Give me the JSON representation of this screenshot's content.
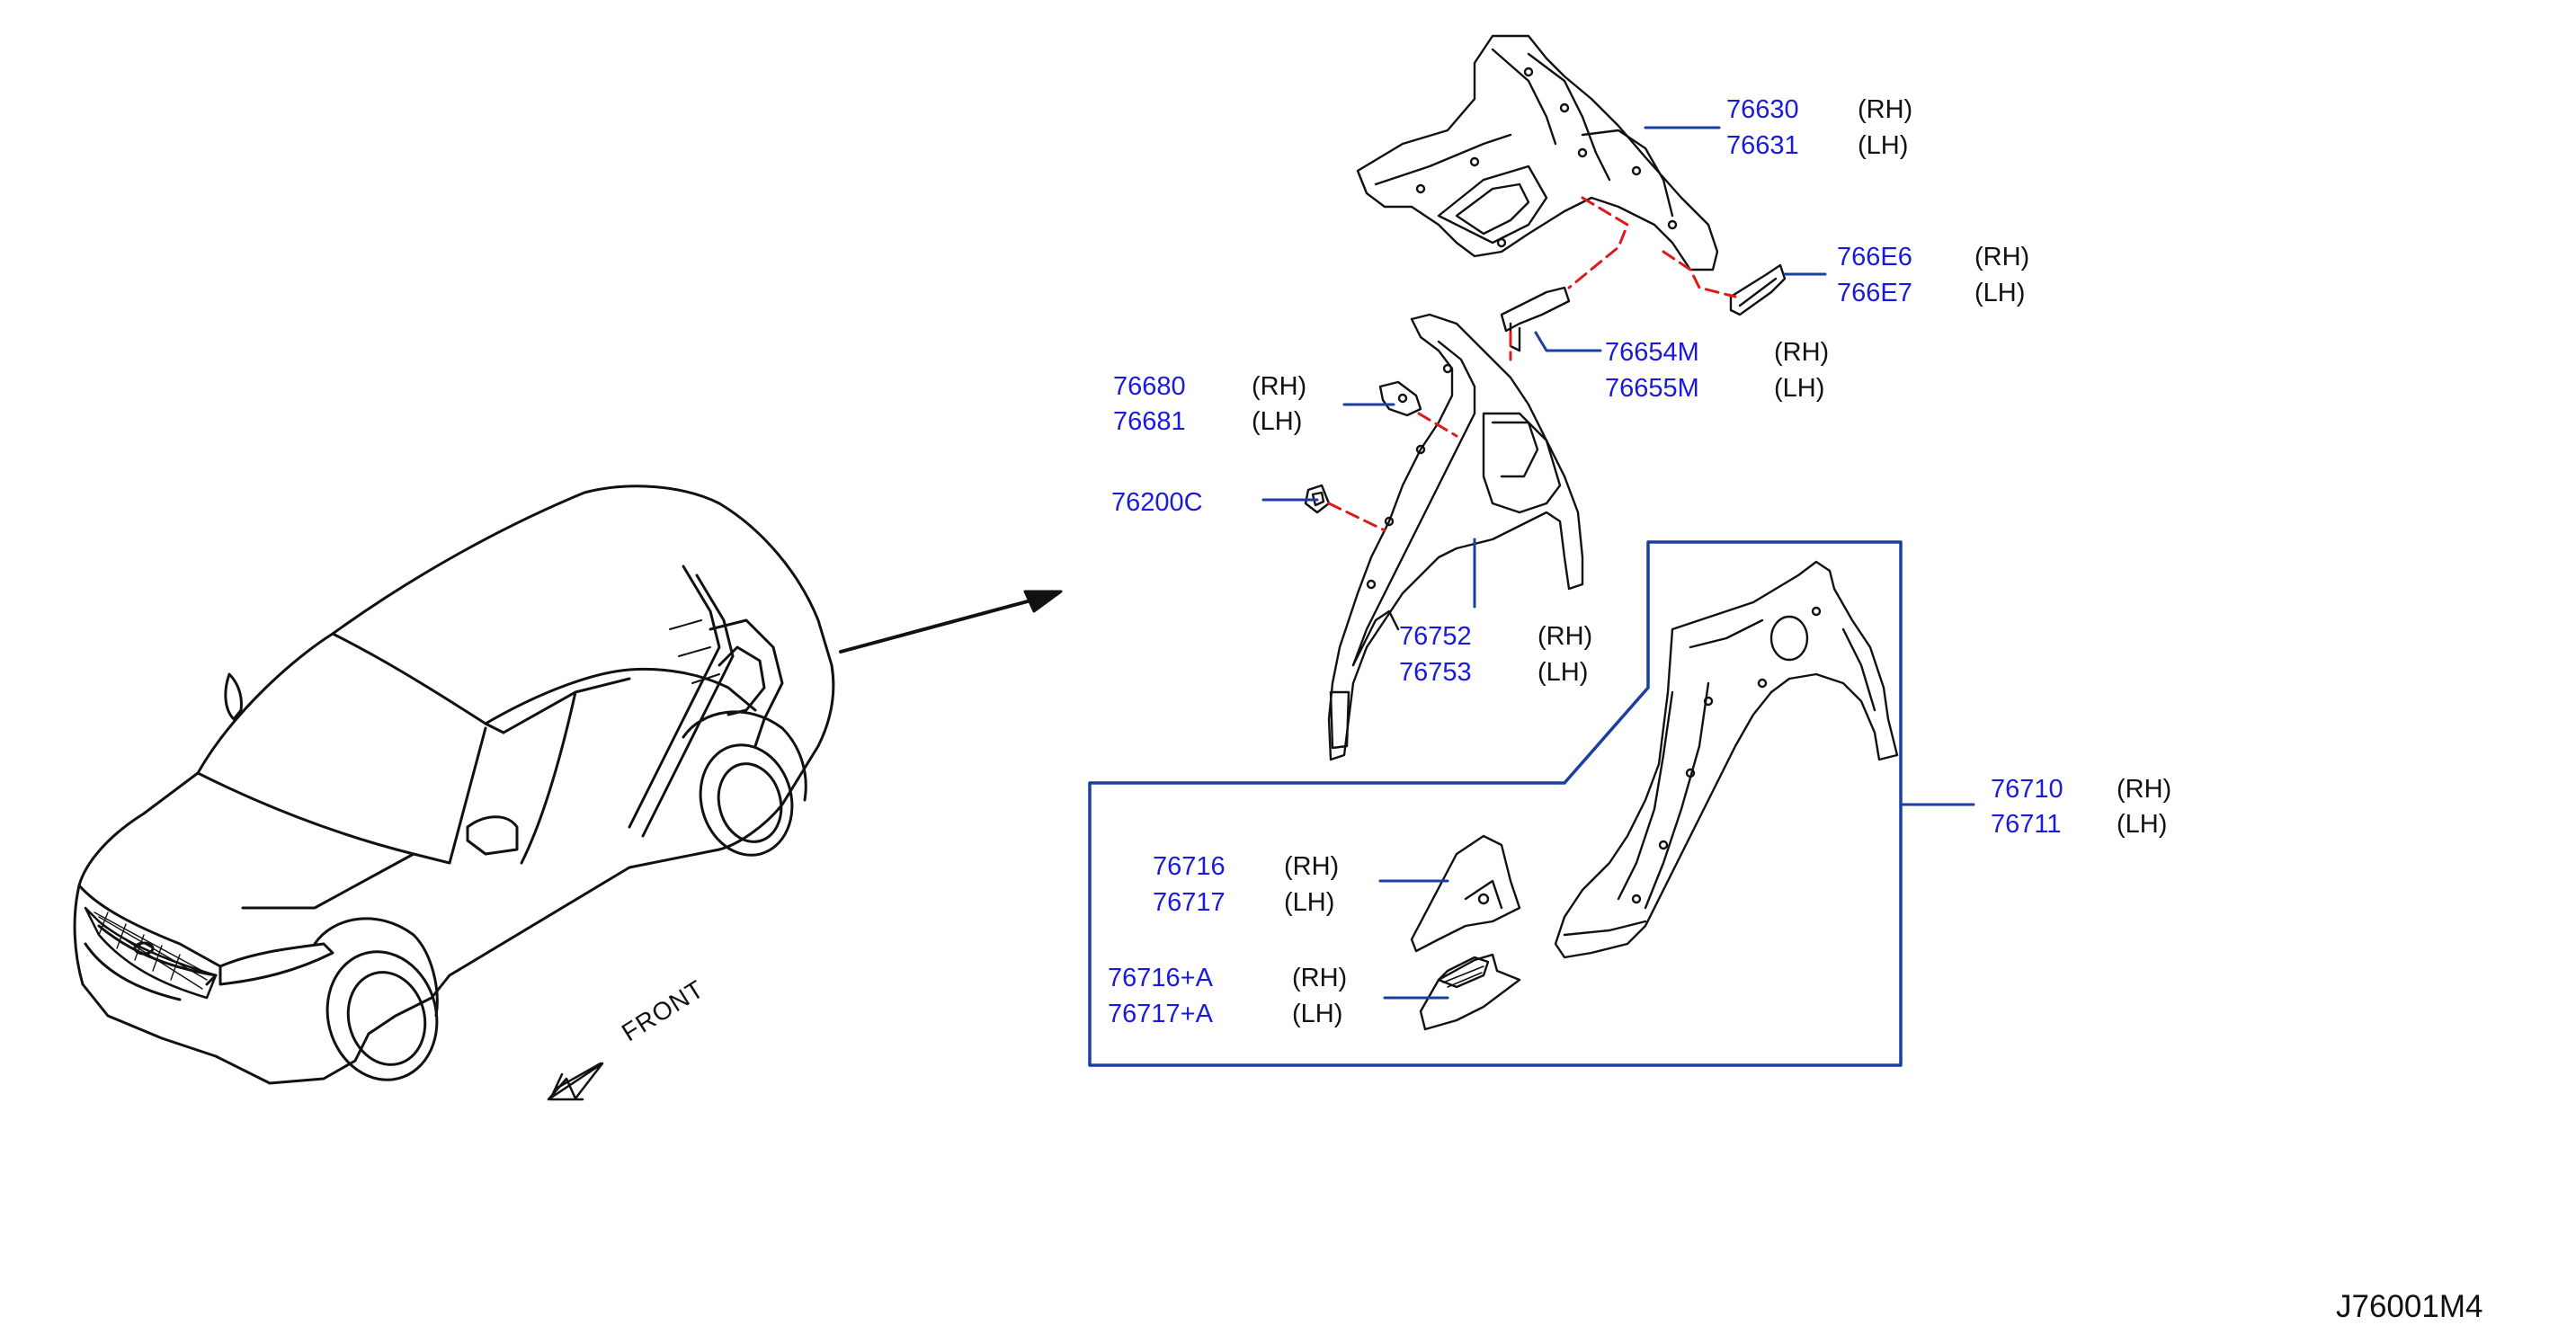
{
  "diagram": {
    "figure_code": "J76001M4",
    "front_label": "FRONT",
    "callouts": [
      {
        "id": "c1",
        "parts": [
          "76630",
          "76631"
        ],
        "sides": [
          "(RH)",
          "(LH)"
        ]
      },
      {
        "id": "c2",
        "parts": [
          "766E6",
          "766E7"
        ],
        "sides": [
          "(RH)",
          "(LH)"
        ]
      },
      {
        "id": "c3",
        "parts": [
          "76654M",
          "76655M"
        ],
        "sides": [
          "(RH)",
          "(LH)"
        ]
      },
      {
        "id": "c4",
        "parts": [
          "76680",
          "76681"
        ],
        "sides": [
          "(RH)",
          "(LH)"
        ]
      },
      {
        "id": "c5",
        "parts": [
          "76200C"
        ],
        "sides": []
      },
      {
        "id": "c6",
        "parts": [
          "76752",
          "76753"
        ],
        "sides": [
          "(RH)",
          "(LH)"
        ]
      },
      {
        "id": "c7",
        "parts": [
          "76710",
          "76711"
        ],
        "sides": [
          "(RH)",
          "(LH)"
        ]
      },
      {
        "id": "c8",
        "parts": [
          "76716",
          "76717"
        ],
        "sides": [
          "(RH)",
          "(LH)"
        ]
      },
      {
        "id": "c9",
        "parts": [
          "76716+A",
          "76717+A"
        ],
        "sides": [
          "(RH)",
          "(LH)"
        ]
      }
    ],
    "colors": {
      "part_number": "#1a1adc",
      "leader": "#1a3fa0",
      "dash": "#e01818",
      "line": "#111111"
    }
  }
}
